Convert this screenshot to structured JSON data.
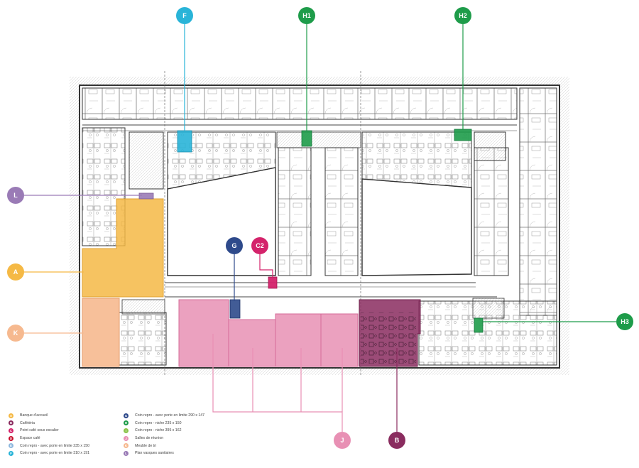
{
  "markers": [
    {
      "key": "F",
      "label": "F",
      "color": "#29b4d8"
    },
    {
      "key": "H1",
      "label": "H1",
      "color": "#1e9c4a"
    },
    {
      "key": "H2",
      "label": "H2",
      "color": "#1e9c4a"
    },
    {
      "key": "L",
      "label": "L",
      "color": "#9a7bb6"
    },
    {
      "key": "G",
      "label": "G",
      "color": "#2e4a8b"
    },
    {
      "key": "C2",
      "label": "C2",
      "color": "#d4236b"
    },
    {
      "key": "A",
      "label": "A",
      "color": "#f5b945"
    },
    {
      "key": "K",
      "label": "K",
      "color": "#f6b98f"
    },
    {
      "key": "H3",
      "label": "H3",
      "color": "#1e9c4a"
    },
    {
      "key": "J",
      "label": "J",
      "color": "#e890b4"
    },
    {
      "key": "B",
      "label": "B",
      "color": "#8a2c5f"
    }
  ],
  "legend": {
    "left": [
      {
        "letter": "A",
        "text": "Banque d'accueil",
        "color": "#f5b945"
      },
      {
        "letter": "B",
        "text": "Cafétéria",
        "color": "#8a2c5f"
      },
      {
        "letter": "C",
        "text": "Point café sous escalier",
        "color": "#d4236b"
      },
      {
        "letter": "D",
        "text": "Espace café",
        "color": "#c8102e"
      },
      {
        "letter": "E",
        "text": "Coin repro - avec porte en limite 235 x 150",
        "color": "#8fb8de"
      },
      {
        "letter": "F",
        "text": "Coin repro - avec porte en limite 310 x 191",
        "color": "#29b4d8"
      }
    ],
    "right": [
      {
        "letter": "G",
        "text": "Coin repro - avec porte en limite 290 x 147",
        "color": "#2e4a8b"
      },
      {
        "letter": "H",
        "text": "Coin repro - niche 235 x 150",
        "color": "#1e9c4a"
      },
      {
        "letter": "I",
        "text": "Coin repro - niche 395 x 162",
        "color": "#8bc34a"
      },
      {
        "letter": "J",
        "text": "Salles de réunion",
        "color": "#e890b4"
      },
      {
        "letter": "K",
        "text": "Meuble de tri",
        "color": "#f6b98f"
      },
      {
        "letter": "L",
        "text": "Plan vasques sanitaires",
        "color": "#9a7bb6"
      }
    ]
  }
}
